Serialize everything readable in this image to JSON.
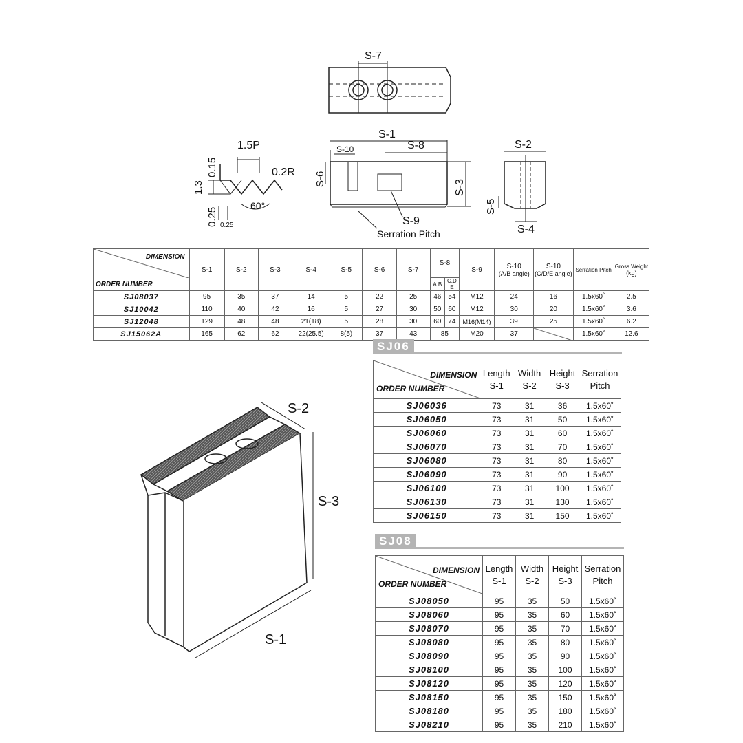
{
  "drawing": {
    "top_view": {
      "s7": "S-7"
    },
    "thread_detail": {
      "pitch": "1.5P",
      "radius": "0.2R",
      "dim_015": "0.15",
      "dim_13": "1.3",
      "dim_025v": "0.25",
      "dim_025h": "0.25",
      "angle": "60°"
    },
    "front_view": {
      "s1": "S-1",
      "s10": "S-10",
      "s8": "S-8",
      "s6": "S-6",
      "s3": "S-3",
      "s9": "S-9",
      "serration": "Serration Pitch"
    },
    "side_view": {
      "s2": "S-2",
      "s5": "S-5",
      "s4": "S-4"
    },
    "iso_view": {
      "s2": "S-2",
      "s3": "S-3",
      "s1": "S-1"
    }
  },
  "main_table": {
    "corner_top": "DIMENSION",
    "corner_bottom": "ORDER NUMBER",
    "headers": [
      "S-1",
      "S-2",
      "S-3",
      "S-4",
      "S-5",
      "S-6",
      "S-7"
    ],
    "s8": {
      "label": "S-8",
      "ab": "A.B",
      "cde_1": "C.D",
      "cde_2": "E"
    },
    "s9": "S-9",
    "s10_ab_1": "S-10",
    "s10_ab_2": "(A/B angle)",
    "s10_cde_1": "S-10",
    "s10_cde_2": "(C/D/E angle)",
    "serration": "Serration Pitch",
    "weight_1": "Gross Weight",
    "weight_2": "(kg)",
    "rows": [
      {
        "order": "SJ08037",
        "s1": "95",
        "s2": "35",
        "s3": "37",
        "s4": "14",
        "s5": "5",
        "s6": "22",
        "s7": "25",
        "s8ab": "46",
        "s8cde": "54",
        "s9": "M12",
        "s10ab": "24",
        "s10cde": "16",
        "pitch": "1.5x60˚",
        "weight": "2.5"
      },
      {
        "order": "SJ10042",
        "s1": "110",
        "s2": "40",
        "s3": "42",
        "s4": "16",
        "s5": "5",
        "s6": "27",
        "s7": "30",
        "s8ab": "50",
        "s8cde": "60",
        "s9": "M12",
        "s10ab": "30",
        "s10cde": "20",
        "pitch": "1.5x60˚",
        "weight": "3.6"
      },
      {
        "order": "SJ12048",
        "s1": "129",
        "s2": "48",
        "s3": "48",
        "s4": "21(18)",
        "s5": "5",
        "s6": "28",
        "s7": "30",
        "s8ab": "60",
        "s8cde": "74",
        "s9": "M16(M14)",
        "s10ab": "39",
        "s10cde": "25",
        "pitch": "1.5x60˚",
        "weight": "6.2"
      },
      {
        "order": "SJ15062A",
        "s1": "165",
        "s2": "62",
        "s3": "62",
        "s4": "22(25.5)",
        "s5": "8(5)",
        "s6": "37",
        "s7": "43",
        "s8": "85",
        "s9": "M20",
        "s10ab": "37",
        "s10cde": "",
        "pitch": "1.5x60˚",
        "weight": "12.6"
      }
    ]
  },
  "sj06": {
    "label": "SJ06",
    "corner_top": "DIMENSION",
    "corner_bottom": "ORDER NUMBER",
    "h_len_1": "Length",
    "h_len_2": "S-1",
    "h_wid_1": "Width",
    "h_wid_2": "S-2",
    "h_hei_1": "Height",
    "h_hei_2": "S-3",
    "h_ser_1": "Serration",
    "h_ser_2": "Pitch",
    "rows": [
      {
        "order": "SJ06036",
        "length": "73",
        "width": "31",
        "height": "36",
        "pitch": "1.5x60˚"
      },
      {
        "order": "SJ06050",
        "length": "73",
        "width": "31",
        "height": "50",
        "pitch": "1.5x60˚"
      },
      {
        "order": "SJ06060",
        "length": "73",
        "width": "31",
        "height": "60",
        "pitch": "1.5x60˚"
      },
      {
        "order": "SJ06070",
        "length": "73",
        "width": "31",
        "height": "70",
        "pitch": "1.5x60˚"
      },
      {
        "order": "SJ06080",
        "length": "73",
        "width": "31",
        "height": "80",
        "pitch": "1.5x60˚"
      },
      {
        "order": "SJ06090",
        "length": "73",
        "width": "31",
        "height": "90",
        "pitch": "1.5x60˚"
      },
      {
        "order": "SJ06100",
        "length": "73",
        "width": "31",
        "height": "100",
        "pitch": "1.5x60˚"
      },
      {
        "order": "SJ06130",
        "length": "73",
        "width": "31",
        "height": "130",
        "pitch": "1.5x60˚"
      },
      {
        "order": "SJ06150",
        "length": "73",
        "width": "31",
        "height": "150",
        "pitch": "1.5x60˚"
      }
    ]
  },
  "sj08": {
    "label": "SJ08",
    "corner_top": "DIMENSION",
    "corner_bottom": "ORDER NUMBER",
    "h_len_1": "Length",
    "h_len_2": "S-1",
    "h_wid_1": "Width",
    "h_wid_2": "S-2",
    "h_hei_1": "Height",
    "h_hei_2": "S-3",
    "h_ser_1": "Serration",
    "h_ser_2": "Pitch",
    "rows": [
      {
        "order": "SJ08050",
        "length": "95",
        "width": "35",
        "height": "50",
        "pitch": "1.5x60˚"
      },
      {
        "order": "SJ08060",
        "length": "95",
        "width": "35",
        "height": "60",
        "pitch": "1.5x60˚"
      },
      {
        "order": "SJ08070",
        "length": "95",
        "width": "35",
        "height": "70",
        "pitch": "1.5x60˚"
      },
      {
        "order": "SJ08080",
        "length": "95",
        "width": "35",
        "height": "80",
        "pitch": "1.5x60˚"
      },
      {
        "order": "SJ08090",
        "length": "95",
        "width": "35",
        "height": "90",
        "pitch": "1.5x60˚"
      },
      {
        "order": "SJ08100",
        "length": "95",
        "width": "35",
        "height": "100",
        "pitch": "1.5x60˚"
      },
      {
        "order": "SJ08120",
        "length": "95",
        "width": "35",
        "height": "120",
        "pitch": "1.5x60˚"
      },
      {
        "order": "SJ08150",
        "length": "95",
        "width": "35",
        "height": "150",
        "pitch": "1.5x60˚"
      },
      {
        "order": "SJ08180",
        "length": "95",
        "width": "35",
        "height": "180",
        "pitch": "1.5x60˚"
      },
      {
        "order": "SJ08210",
        "length": "95",
        "width": "35",
        "height": "210",
        "pitch": "1.5x60˚"
      }
    ]
  }
}
